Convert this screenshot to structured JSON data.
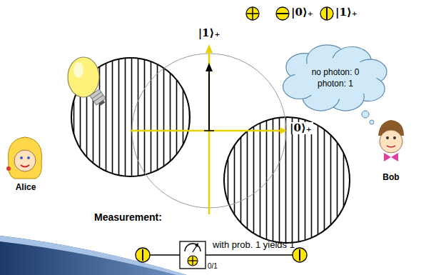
{
  "diagram": {
    "nodes": [
      {
        "text": [
          "no photon: 0",
          "photon: 1"
        ]
      }
    ],
    "labels": [
      "|1⟩₊",
      "|0⟩₊",
      "Alice",
      "Bob",
      "Measurement:",
      "with prob. 1 yields 1",
      "0/1"
    ],
    "legend": [
      {
        "text": "|0⟩₊"
      },
      {
        "text": "|1⟩₊"
      }
    ]
  }
}
